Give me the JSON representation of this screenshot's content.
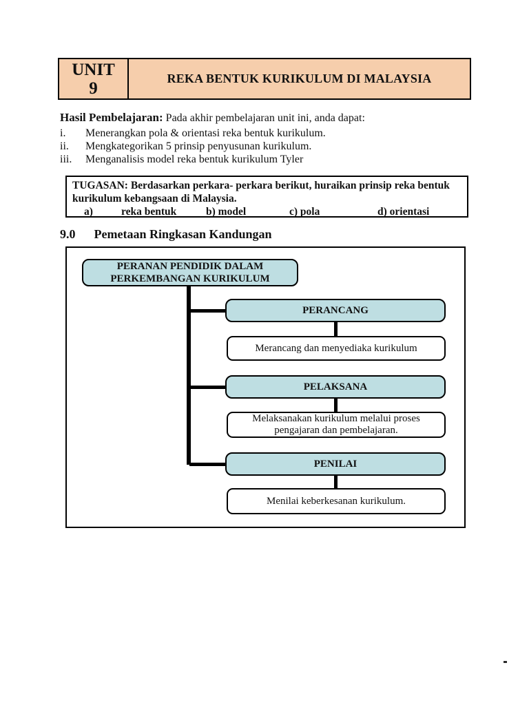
{
  "header": {
    "unit_label": "UNIT",
    "unit_number": "9",
    "title": "REKA BENTUK KURIKULUM DI MALAYSIA"
  },
  "objectives": {
    "heading": "Hasil Pembelajaran:",
    "intro": " Pada akhir pembelajaran unit ini, anda dapat:",
    "items": [
      {
        "num": "i.",
        "text": "Menerangkan pola & orientasi reka bentuk kurikulum."
      },
      {
        "num": "ii.",
        "text": "Mengkategorikan 5 prinsip penyusunan kurikulum."
      },
      {
        "num": "iii.",
        "text": "Menganalisis model reka bentuk kurikulum Tyler"
      }
    ]
  },
  "task_box": {
    "line1": "TUGASAN: Berdasarkan perkara- perkara berikut, huraikan prinsip reka bentuk",
    "line2": "kurikulum kebangsaan di Malaysia.",
    "options": [
      "a)",
      "reka bentuk",
      "b) model",
      "c) pola",
      "d) orientasi"
    ]
  },
  "section": {
    "number": "9.0",
    "title": "Pemetaan Ringkasan Kandungan"
  },
  "diagram": {
    "root": {
      "line1": "PERANAN PENDIDIK DALAM",
      "line2": "PERKEMBANGAN KURIKULUM"
    },
    "branches": [
      {
        "role": "PERANCANG",
        "desc": "Merancang dan menyediaka kurikulum"
      },
      {
        "role": "PELAKSANA",
        "desc": "Melaksanakan kurikulum melalui proses pengajaran dan pembelajaran."
      },
      {
        "role": "PENILAI",
        "desc": "Menilai keberkesanan kurikulum."
      }
    ]
  },
  "colors": {
    "header_bg": "#F6CEAC",
    "node_bg": "#BEDEE2",
    "border": "#000000"
  }
}
